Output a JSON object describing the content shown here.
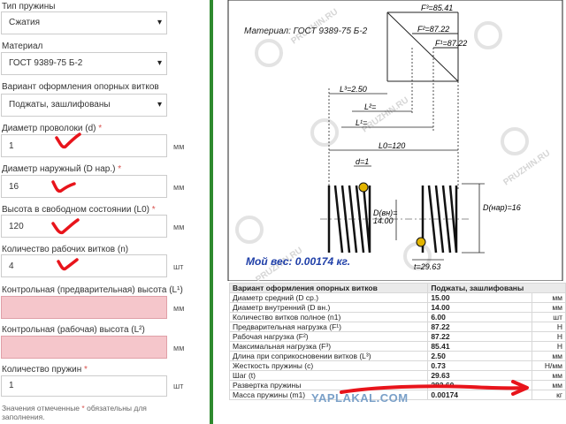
{
  "form": {
    "spring_type_label": "Тип пружины",
    "spring_type_value": "Сжатия",
    "material_label": "Материал",
    "material_value": "ГОСТ 9389-75 Б-2",
    "variant_label": "Вариант оформления опорных витков",
    "variant_value": "Поджаты, зашлифованы",
    "wire_label": "Диаметр проволоки (d)",
    "wire_value": "1",
    "outer_label": "Диаметр наружный (D нар.)",
    "outer_value": "16",
    "height_label": "Высота в свободном состоянии (L0)",
    "height_value": "120",
    "turns_label": "Количество рабочих витков (n)",
    "turns_value": "4",
    "control_pre_label": "Контрольная (предварительная) высота (L¹)",
    "control_pre_value": "",
    "control_work_label": "Контрольная (рабочая) высота (L²)",
    "control_work_value": "",
    "count_label": "Количество пружин",
    "count_value": "1",
    "required_star": "*",
    "unit_mm": "мм",
    "unit_sht": "шт",
    "note_prefix": "Значения отмеченные",
    "note_suffix": "обязательны для заполнения."
  },
  "drawing": {
    "material": "Материал: ГОСТ 9389-75 Б-2",
    "f3": "F³=85.41",
    "f2": "F²=87.22",
    "f1": "F¹=87.22",
    "l3": "L³=2.50",
    "l2": "L²=",
    "l1": "L¹=",
    "l0": "L0=120",
    "d": "d=1",
    "d_in_label": "D(вн)=",
    "d_in_value": "14.00",
    "d_out": "D(нар)=16",
    "t": "t=29.63",
    "weight": "Мой вес: 0.00174 кг.",
    "watermark": "PRUZHIN.RU"
  },
  "table": {
    "header": {
      "desc": "Вариант оформления опорных витков",
      "value": "Поджаты, зашлифованы"
    },
    "rows": [
      {
        "desc": "Диаметр средний (D ср.)",
        "value": "15.00",
        "unit": "мм"
      },
      {
        "desc": "Диаметр внутренний (D вн.)",
        "value": "14.00",
        "unit": "мм"
      },
      {
        "desc": "Количество витков полное (n1)",
        "value": "6.00",
        "unit": "шт"
      },
      {
        "desc": "Предварительная нагрузка (F¹)",
        "value": "87.22",
        "unit": "Н"
      },
      {
        "desc": "Рабочая нагрузка (F²)",
        "value": "87.22",
        "unit": "Н"
      },
      {
        "desc": "Максимальная нагрузка (F³)",
        "value": "85.41",
        "unit": "Н"
      },
      {
        "desc": "Длина при соприкосновении витков (L³)",
        "value": "2.50",
        "unit": "мм"
      },
      {
        "desc": "Жесткость пружины (c)",
        "value": "0.73",
        "unit": "Н/мм"
      },
      {
        "desc": "Шаг (t)",
        "value": "29.63",
        "unit": "мм"
      },
      {
        "desc": "Развертка пружины",
        "value": "282.60",
        "unit": "мм"
      },
      {
        "desc": "Масса пружины (m1)",
        "value": "0.00174",
        "unit": "кг"
      }
    ]
  },
  "site_watermark": "YAPLAKAL.COM",
  "colors": {
    "accent_green": "#2f8a2f",
    "annotation_red": "#e8141b",
    "value_blue": "#1f3fa8",
    "error_pink": "#f5c6cb"
  }
}
